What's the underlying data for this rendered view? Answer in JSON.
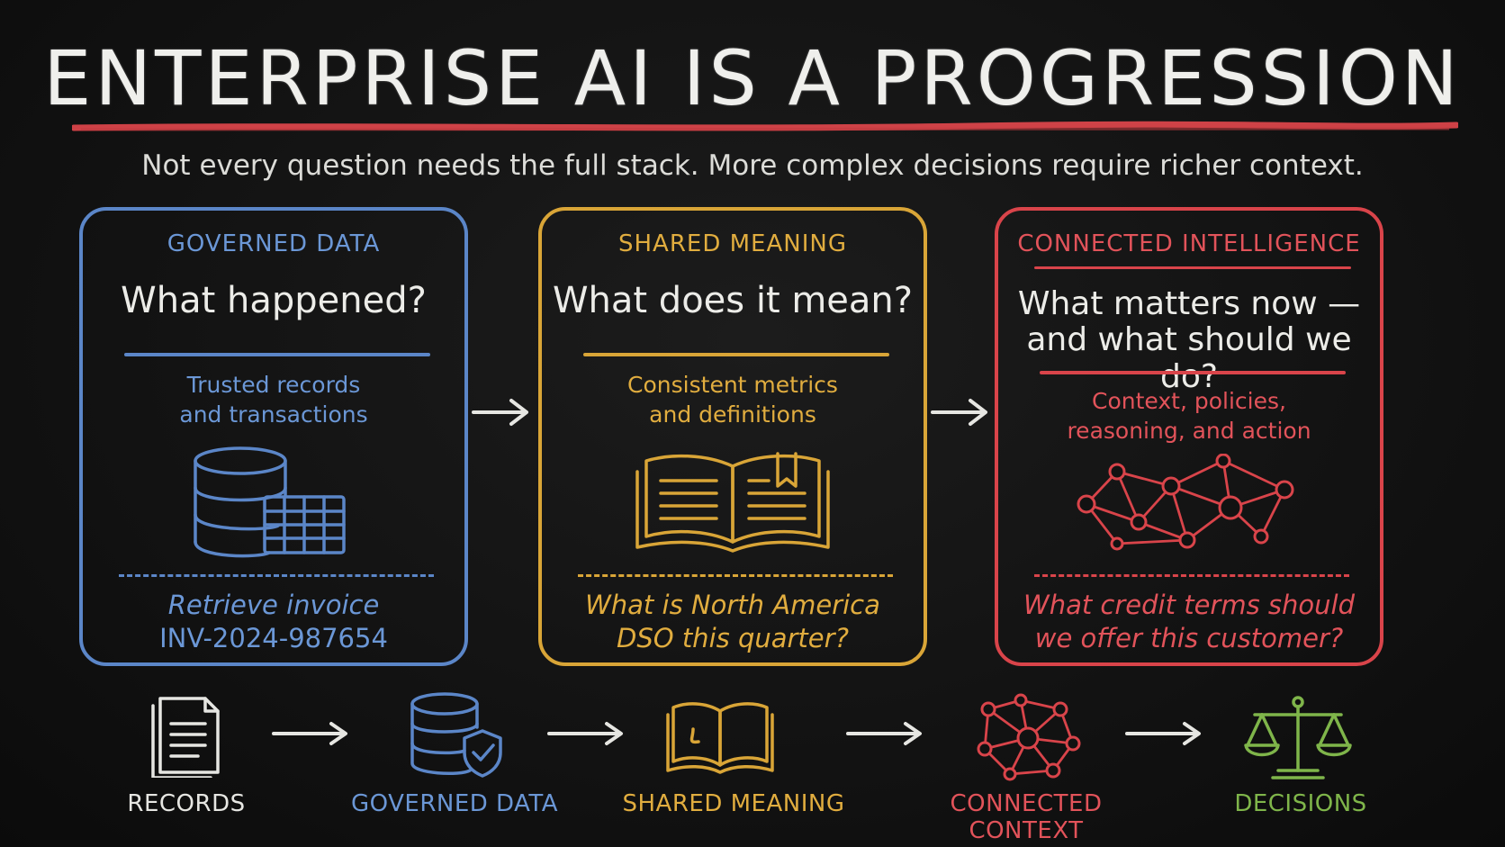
{
  "title": "ENTERPRISE AI IS A PROGRESSION",
  "subtitle": "Not every question needs the full stack. More complex decisions require richer context.",
  "colors": {
    "blue": "#5b86c8",
    "gold": "#d9a537",
    "red": "#d9444a",
    "green": "#7fb54a",
    "chalk": "#e9e9e6",
    "board": "#121212"
  },
  "cards": [
    {
      "heading": "GOVERNED DATA",
      "question": "What happened?",
      "description_line1": "Trusted records",
      "description_line2": "and transactions",
      "icon": "database-table-icon",
      "example_line1": "Retrieve invoice",
      "example_line2": "INV-2024-987654"
    },
    {
      "heading": "SHARED MEANING",
      "question": "What does it mean?",
      "description_line1": "Consistent metrics",
      "description_line2": "and definitions",
      "icon": "open-book-icon",
      "example_line1": "What is North America",
      "example_line2": "DSO this quarter?"
    },
    {
      "heading": "CONNECTED INTELLIGENCE",
      "question_line1": "What matters now —",
      "question_line2": "and what should we do?",
      "description_line1": "Context, policies,",
      "description_line2": "reasoning, and action",
      "icon": "network-graph-icon",
      "example_line1": "What credit terms should",
      "example_line2": "we offer this customer?"
    }
  ],
  "flow": [
    {
      "label": "RECORDS",
      "icon": "document-stack-icon"
    },
    {
      "label": "GOVERNED DATA",
      "icon": "database-shield-icon"
    },
    {
      "label": "SHARED MEANING",
      "icon": "book-icon"
    },
    {
      "label": "CONNECTED CONTEXT",
      "icon": "network-icon"
    },
    {
      "label": "DECISIONS",
      "icon": "scales-icon"
    }
  ]
}
